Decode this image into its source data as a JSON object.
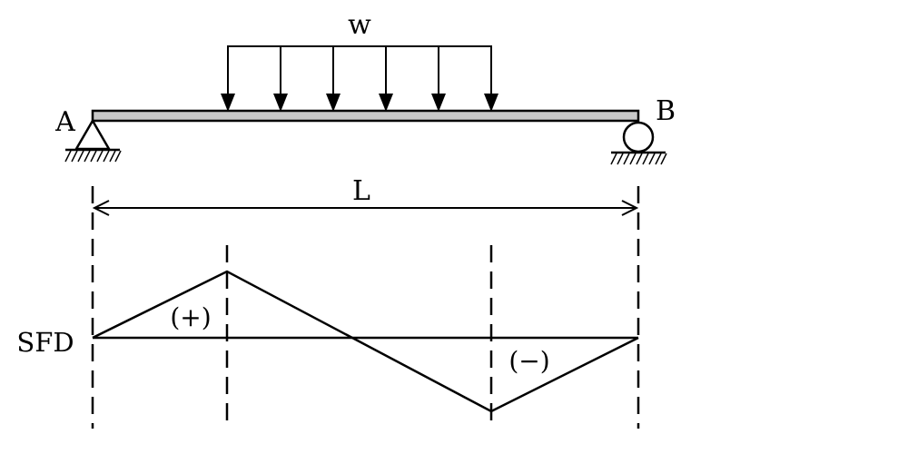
{
  "beam": {
    "load_label": "w",
    "support_left_label": "A",
    "support_right_label": "B",
    "span_label": "L"
  },
  "sfd": {
    "title": "SFD",
    "positive_label": "(+)",
    "negative_label": "(−)"
  },
  "colors": {
    "line": "#000000",
    "beam_fill": "#c8c8c8",
    "background": "#ffffff"
  }
}
